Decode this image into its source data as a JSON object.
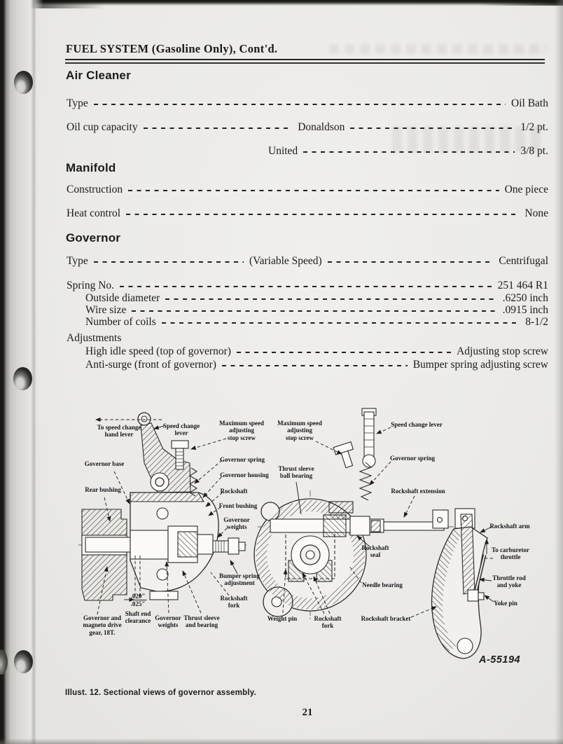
{
  "page": {
    "number": "21"
  },
  "header": {
    "title": "FUEL SYSTEM (Gasoline Only), Cont'd."
  },
  "air_cleaner": {
    "heading": "Air Cleaner",
    "rows": [
      {
        "label": "Type",
        "value": "Oil Bath"
      },
      {
        "label": "Oil cup capacity",
        "mid": "Donaldson",
        "value": "1/2 pt."
      },
      {
        "mid": "United",
        "value": "3/8 pt."
      }
    ]
  },
  "manifold": {
    "heading": "Manifold",
    "rows": [
      {
        "label": "Construction",
        "value": "One piece"
      },
      {
        "label": "Heat control",
        "value": "None"
      }
    ]
  },
  "governor": {
    "heading": "Governor",
    "type_row": {
      "label": "Type",
      "mid": "(Variable Speed)",
      "value": "Centrifugal"
    },
    "spring_rows": [
      {
        "label": "Spring No.",
        "value": "251 464 R1"
      },
      {
        "label": "Outside diameter",
        "value": ".6250 inch"
      },
      {
        "label": "Wire size",
        "value": ".0915 inch"
      },
      {
        "label": "Number of coils",
        "value": "8-1/2"
      }
    ],
    "adjustments": {
      "heading": "Adjustments",
      "rows": [
        {
          "label": "High idle speed (top of governor)",
          "value": "Adjusting stop screw"
        },
        {
          "label": "Anti-surge (front of governor)",
          "value": "Bumper spring adjusting screw"
        }
      ]
    }
  },
  "figure": {
    "code": "A-55194",
    "caption": "Illust. 12.  Sectional views of governor assembly.",
    "clearance": {
      "top": ".020\"",
      "bottom": ".025\""
    },
    "labels": [
      {
        "text": "To speed change\nhand lever"
      },
      {
        "text": "Speed change\nlever"
      },
      {
        "text": "Maximum speed\nadjusting\nstop screw"
      },
      {
        "text": "Governor spring"
      },
      {
        "text": "Governor housing"
      },
      {
        "text": "Rockshaft"
      },
      {
        "text": "Front bushing"
      },
      {
        "text": "Governor base"
      },
      {
        "text": "Rear bushing"
      },
      {
        "text": "Governor\nweights"
      },
      {
        "text": "Bumper spring\nadjustment"
      },
      {
        "text": "Rockshaft\nfork"
      },
      {
        "text": "Shaft end\nclearance"
      },
      {
        "text": "Governor and\nmagneto drive\ngear, 18T."
      },
      {
        "text": "Governor\nweights"
      },
      {
        "text": "Thrust sleeve\nand bearing"
      },
      {
        "text": "Maximum speed\nadjusting\nstop screw"
      },
      {
        "text": "Speed change lever"
      },
      {
        "text": "Thrust sleeve\nball bearing"
      },
      {
        "text": "Governor spring"
      },
      {
        "text": "Rockshaft extension"
      },
      {
        "text": "Rockshaft\nseal"
      },
      {
        "text": "Needle bearing"
      },
      {
        "text": "Weight pin"
      },
      {
        "text": "Rockshaft\nfork"
      },
      {
        "text": "Rockshaft bracket"
      },
      {
        "text": "Rockshaft arm"
      },
      {
        "text": "To carburetor\nthrottle"
      },
      {
        "text": "Throttle rod\nand yoke"
      },
      {
        "text": "Yoke pin"
      }
    ]
  }
}
